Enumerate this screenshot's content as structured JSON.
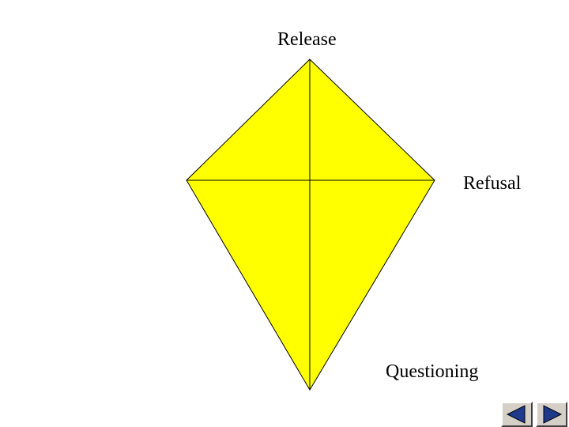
{
  "diagram": {
    "labels": {
      "release": "Release",
      "refusal": "Refusal",
      "questioning": "Questioning"
    },
    "kite_fill": "#ffff00",
    "stroke_color": "#000000"
  },
  "navigation": {
    "previous_icon": "triangle-left-icon",
    "next_icon": "triangle-right-icon",
    "button_color": "#d4d0c8",
    "arrow_color": "#1f3a8a"
  }
}
